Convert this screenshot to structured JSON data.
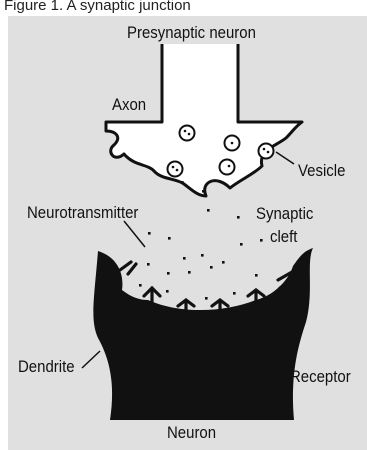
{
  "header_fragment": "Figure 1. A synaptic junction",
  "labels": {
    "presynaptic": "Presynaptic neuron",
    "axon": "Axon",
    "vesicle": "Vesicle",
    "neurotransmitter": "Neurotransmitter",
    "synaptic_cleft_line1": "Synaptic",
    "synaptic_cleft_line2": "cleft",
    "dendrite": "Dendrite",
    "receptor": "Receptor",
    "neuron": "Neuron"
  },
  "colors": {
    "background": "#e0e0e0",
    "ink": "#111111",
    "fill": "#ffffff"
  }
}
